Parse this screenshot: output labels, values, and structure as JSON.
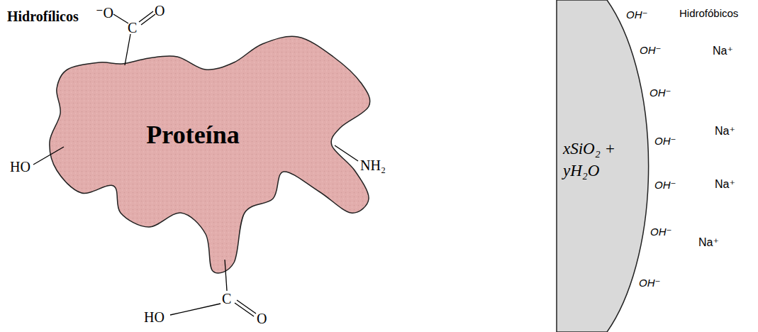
{
  "diagram": {
    "nodes": [
      {
        "text": [
          "Proteína"
        ]
      },
      {
        "text": [
          "xSiO₂ + yH₂O"
        ]
      }
    ],
    "labels": [
      "Hidrofílicos",
      "⁻O",
      "C",
      "O",
      "HO",
      "NH₂",
      "HO",
      "C",
      "O",
      "Hidrofóbicos",
      "OH⁻",
      "OH⁻",
      "OH⁻",
      "OH⁻",
      "OH⁻",
      "OH⁻",
      "OH⁻",
      "Na⁺",
      "Na⁺",
      "Na⁺",
      "Na⁺"
    ]
  }
}
